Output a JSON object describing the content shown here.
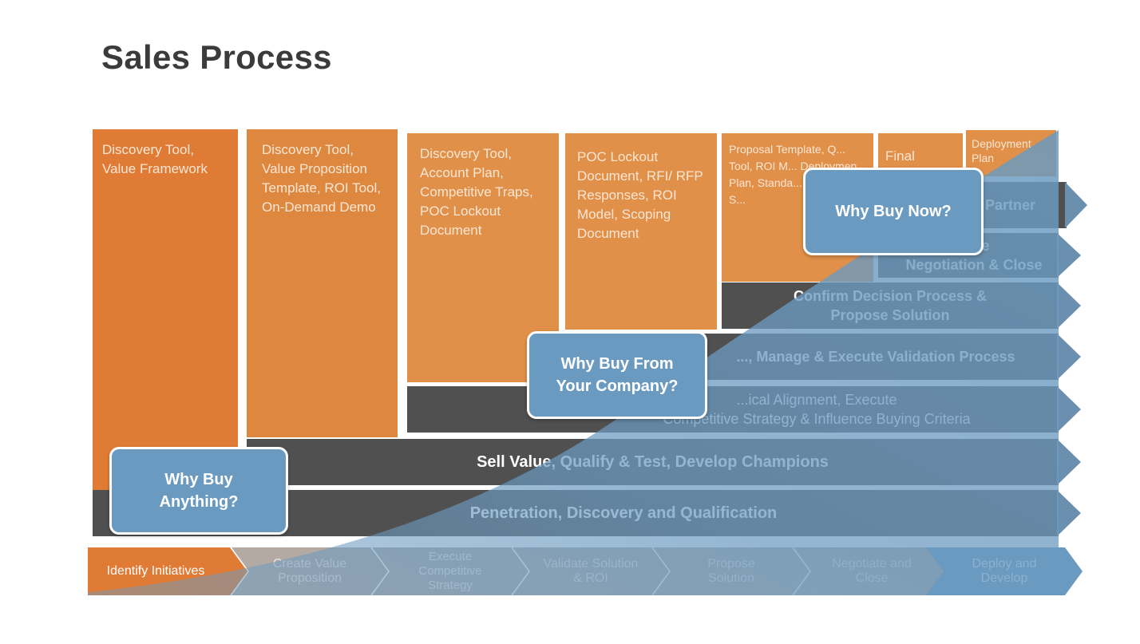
{
  "title": "Sales Process",
  "columns": {
    "c1": "Discovery Tool, Value Framework",
    "c2": "Discovery Tool, Value Proposition Template, ROI Tool, On-Demand Demo",
    "c3": "Discovery Tool, Account Plan, Competitive Traps, POC Lockout Document",
    "c4": "POC Lockout Document, RFI/ RFP Responses, ROI Model, Scoping Document",
    "c5": "Proposal Template, Q... Tool, ROI M... Deploymen... Plan, Standa... Contracts, S...",
    "c6": "Final",
    "c7": "Deployment Plan"
  },
  "bars": {
    "b1": "Penetration, Discovery and Qualification",
    "b2": "Sell Value, Qualify & Test, Develop Champions",
    "b3_line1": "...ical Alignment, Execute",
    "b3_line2": "Competitive Strategy & Influence Buying Criteria",
    "b4": "..., Manage & Execute Validation Process",
    "b5_line1": "Confirm Decision Process &",
    "b5_line2": "Propose Solution",
    "b6_line1": "...ize",
    "b6_line2": "Negotiation & Close",
    "b7": "Partner"
  },
  "steps": {
    "s1": "Identify Initiatives",
    "s2": "Create Value Proposition",
    "s3": "Execute Competitive Strategy",
    "s4": "Validate Solution & ROI",
    "s5": "Propose Solution",
    "s6": "Negotiate and Close",
    "s7": "Deploy and Develop"
  },
  "callouts": {
    "anything_line1": "Why Buy",
    "anything_line2": "Anything?",
    "company_line1": "Why Buy From",
    "company_line2": "Your Company?",
    "now": "Why Buy Now?"
  },
  "colors": {
    "orange": "#e07b35",
    "dark_gray": "#505050",
    "steel_blue": "#6b9ac0",
    "step_gray": "#b3aaa3"
  }
}
